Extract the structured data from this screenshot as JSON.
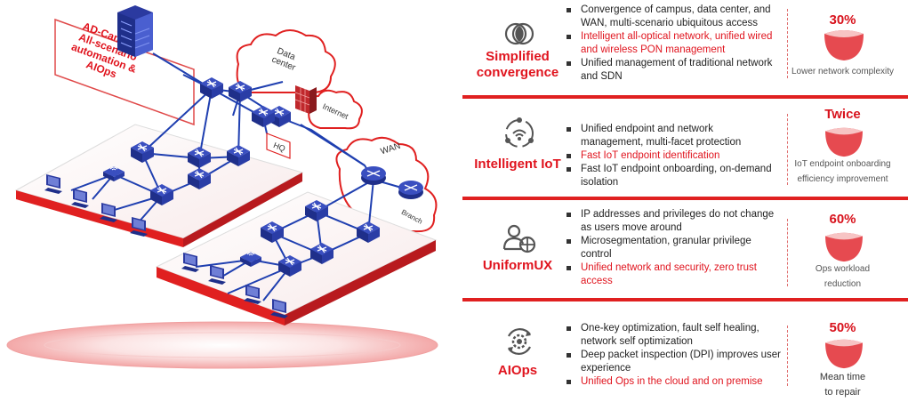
{
  "diagram": {
    "ad_campus_title": [
      "AD-Campus",
      "All-scenario",
      "automation &",
      "AIOps"
    ],
    "data_center_label": [
      "Data",
      "center"
    ],
    "internet_label": "Internet",
    "hq_label": "HQ",
    "wan_label": "WAN",
    "branch_label": "Branch"
  },
  "features": [
    {
      "name": [
        "Simplified",
        "convergence"
      ],
      "icon": "overlapping-circles-icon",
      "bullets": [
        {
          "lines": [
            "Convergence of campus, data center, and",
            "WAN, multi-scenario ubiquitous access"
          ],
          "highlight": false
        },
        {
          "lines": [
            "Intelligent all-optical network, unified wired",
            "and wireless PON management"
          ],
          "highlight": true
        },
        {
          "lines": [
            "Unified management of traditional network",
            "and SDN"
          ],
          "highlight": false
        }
      ],
      "metric_value": "30%",
      "metric_desc": [
        "Lower network complexity"
      ]
    },
    {
      "name": [
        "Intelligent IoT"
      ],
      "icon": "iot-hub-icon",
      "bullets": [
        {
          "lines": [
            "Unified endpoint and network",
            "management, multi-facet protection"
          ],
          "highlight": false
        },
        {
          "lines": [
            "Fast IoT endpoint identification"
          ],
          "highlight": true
        },
        {
          "lines": [
            "Fast IoT endpoint onboarding, on-demand",
            "isolation"
          ],
          "highlight": false
        }
      ],
      "metric_value": "Twice",
      "metric_desc": [
        "IoT endpoint onboarding",
        "efficiency improvement"
      ]
    },
    {
      "name": [
        "UniformUX"
      ],
      "icon": "user-network-icon",
      "bullets": [
        {
          "lines": [
            "IP addresses and privileges do not change",
            "as users move around"
          ],
          "highlight": false
        },
        {
          "lines": [
            "Microsegmentation, granular privilege",
            "control"
          ],
          "highlight": false
        },
        {
          "lines": [
            "Unified network and security, zero trust",
            "access"
          ],
          "highlight": true
        }
      ],
      "metric_value": "60%",
      "metric_desc": [
        "Ops workload",
        "reduction"
      ]
    },
    {
      "name": [
        "AIOps"
      ],
      "icon": "gear-cycle-icon",
      "bullets": [
        {
          "lines": [
            "One-key optimization, fault self healing,",
            "network self optimization"
          ],
          "highlight": false
        },
        {
          "lines": [
            "Deep packet inspection (DPI) improves user",
            "experience"
          ],
          "highlight": false
        },
        {
          "lines": [
            "Unified Ops in the cloud and on premise"
          ],
          "highlight": true
        }
      ],
      "metric_value": "50%",
      "metric_desc": [
        "Mean time",
        "to repair"
      ]
    }
  ],
  "colors": {
    "accent": "#e0141e",
    "link": "#1f3fb0",
    "platform": "#f7d6d6"
  }
}
